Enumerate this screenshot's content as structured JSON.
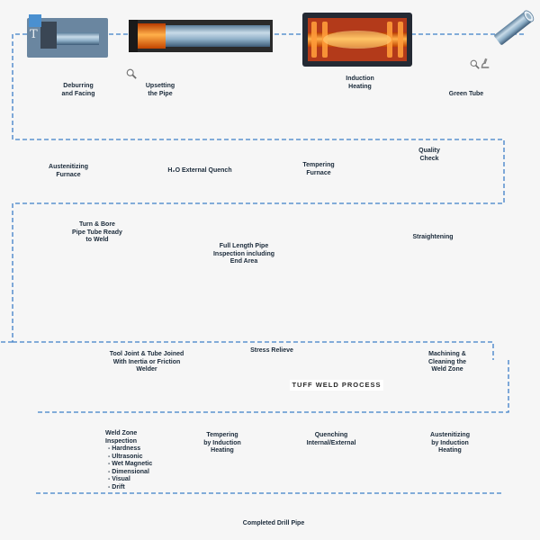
{
  "logo_text": "T",
  "process_box_title": "TUFF WELD PROCESS",
  "steps": {
    "green_tube": [
      "Green Tube"
    ],
    "induction_heating": [
      "Induction",
      "Heating"
    ],
    "upsetting": [
      "Upsetting",
      "the Pipe"
    ],
    "deburring": [
      "Deburring",
      "and Facing"
    ],
    "austenitizing_furnace": [
      "Austenitizing",
      "Furnace"
    ],
    "h2o_quench": [
      "H₂O External Quench"
    ],
    "tempering_furnace": [
      "Tempering",
      "Furnace"
    ],
    "quality_check": [
      "Quality",
      "Check"
    ],
    "turn_bore": [
      "Turn & Bore",
      "Pipe Tube Ready",
      "to Weld"
    ],
    "full_length_inspection": [
      "Full Length Pipe",
      "Inspection including",
      "End Area"
    ],
    "straightening": [
      "Straightening"
    ],
    "tool_joint": [
      "Tool Joint & Tube Joined",
      "With Inertia or Friction",
      "Welder"
    ],
    "stress_relieve": [
      "Stress Relieve"
    ],
    "machining": [
      "Machining &",
      "Cleaning the",
      "Weld Zone"
    ],
    "weld_zone_inspection": [
      "Weld Zone",
      "Inspection"
    ],
    "weld_zone_checks": [
      "- Hardness",
      "- Ultrasonic",
      "- Wet Magnetic",
      "- Dimensional",
      "- Visual",
      "- Drift"
    ],
    "tempering_induction": [
      "Tempering",
      "by Induction",
      "Heating"
    ],
    "quenching": [
      "Quenching",
      "Internal/External"
    ],
    "austenitizing_induction": [
      "Austenitizing",
      "by Induction",
      "Heating"
    ],
    "completed": [
      "Completed Drill Pipe"
    ]
  },
  "icons": [
    "magnifier-icon",
    "microscope-icon",
    "temperature-probe-icon",
    "flow-arrow-icon"
  ],
  "colors": {
    "pipe": "#8fb0c8",
    "pipe_dark": "#3e5c78",
    "hot": "#ff7a1a",
    "flow_line": "#3d7fc8",
    "arrow_fill": "#f6b41a",
    "furnace": "#1d3b6e"
  }
}
